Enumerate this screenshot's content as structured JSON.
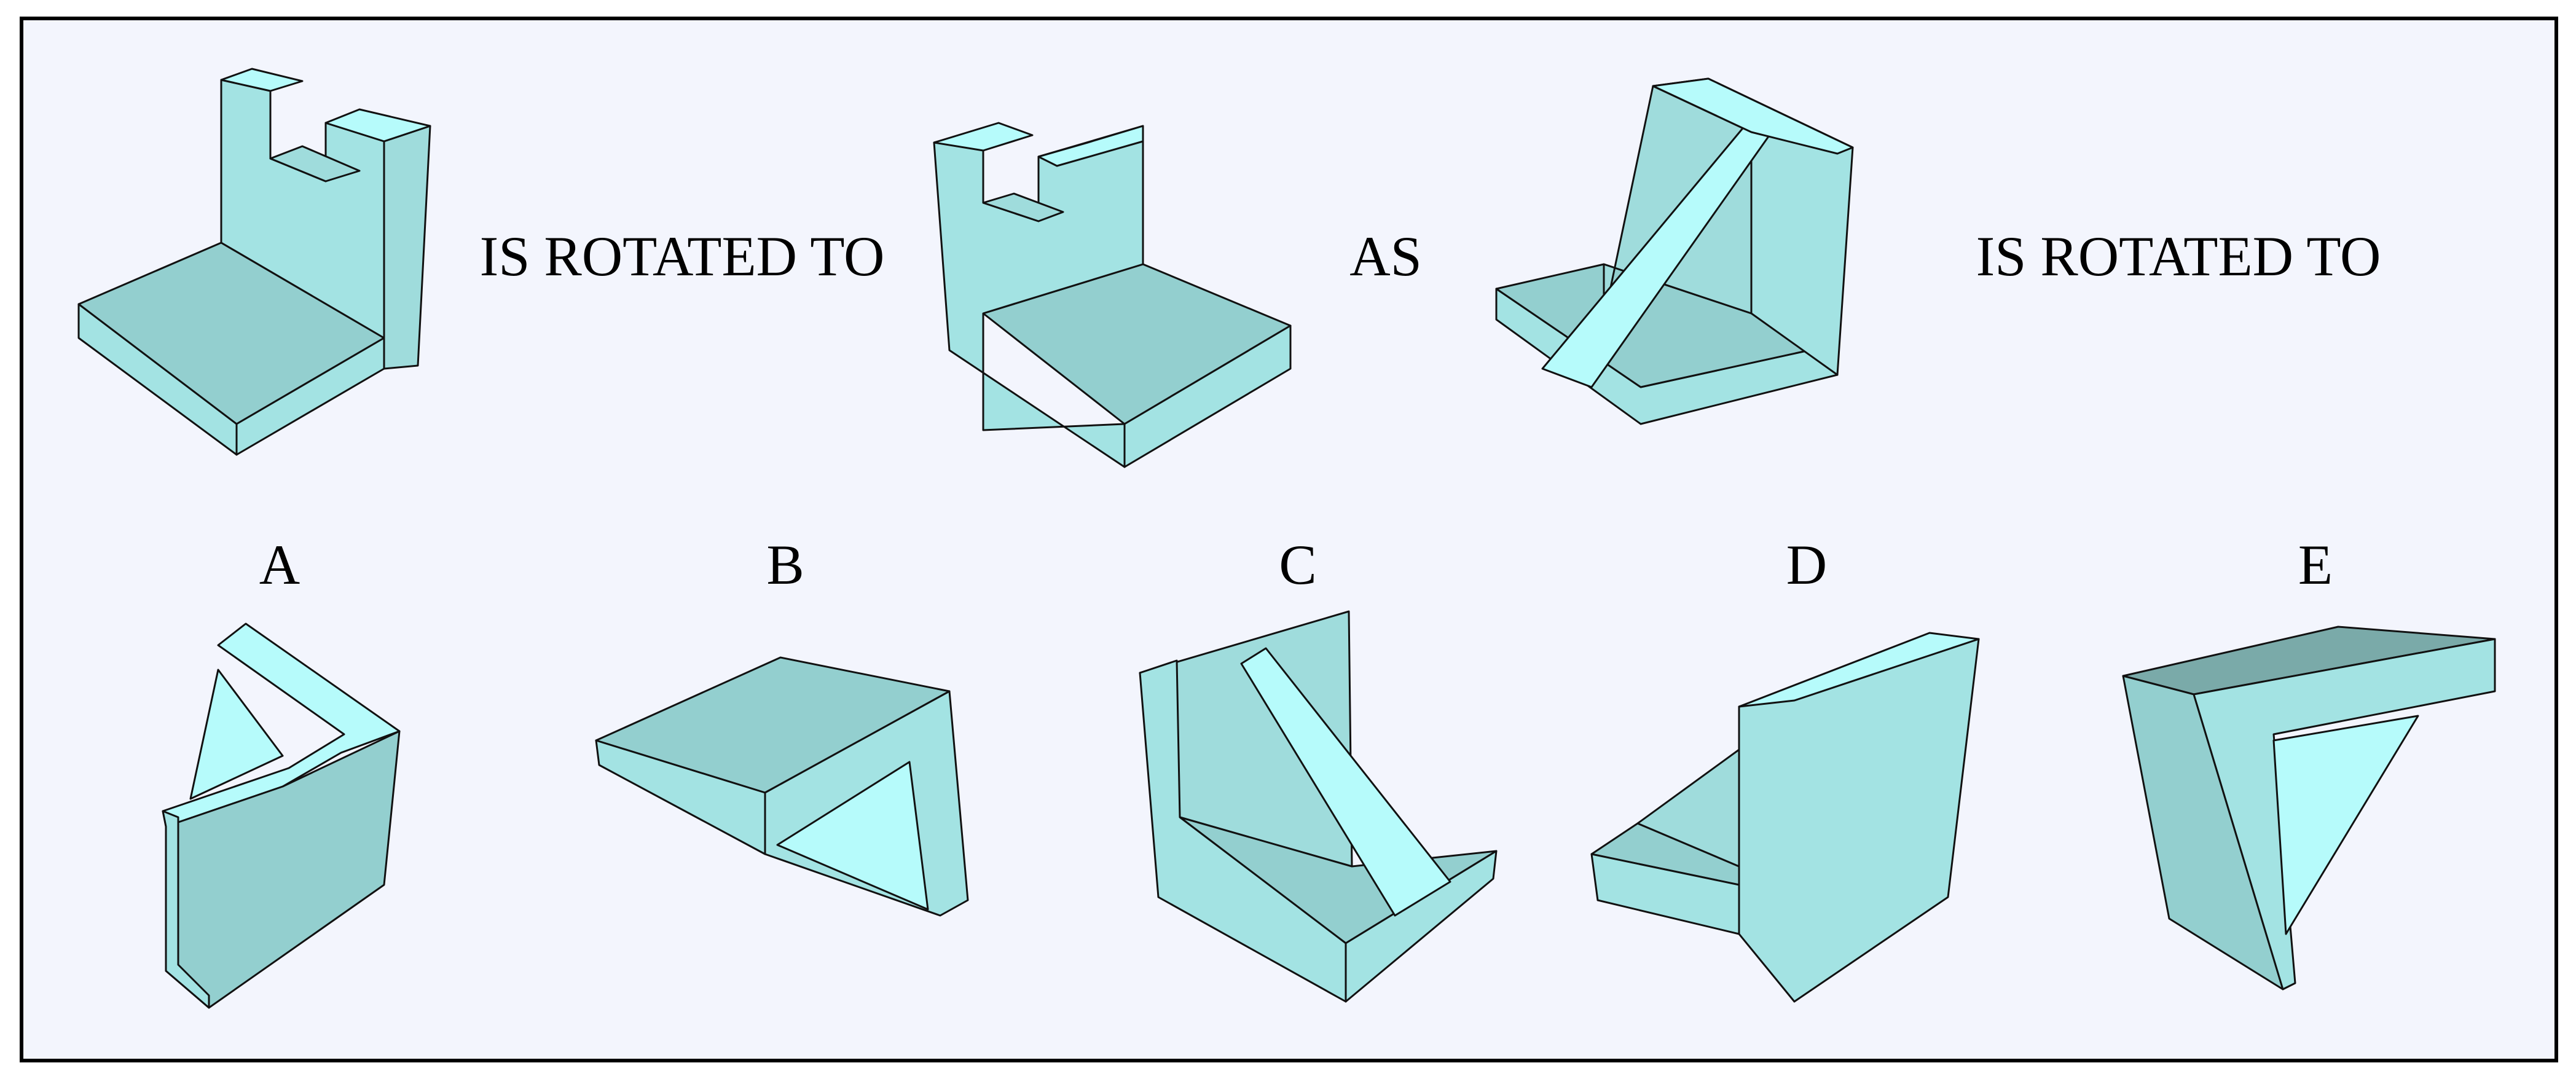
{
  "phrases": {
    "rotated_1": "IS ROTATED TO",
    "as": "AS",
    "rotated_2": "IS ROTATED TO"
  },
  "options": {
    "a": "A",
    "b": "B",
    "c": "C",
    "d": "D",
    "e": "E"
  },
  "colors": {
    "background": "#f3f5fd",
    "frame": "#000000",
    "face_light": "#a3e3e3",
    "face_top": "#93cfcf",
    "face_side": "#9fdcdc",
    "face_highlight": "#b6fbfb",
    "face_dark": "#7aaaa9"
  }
}
